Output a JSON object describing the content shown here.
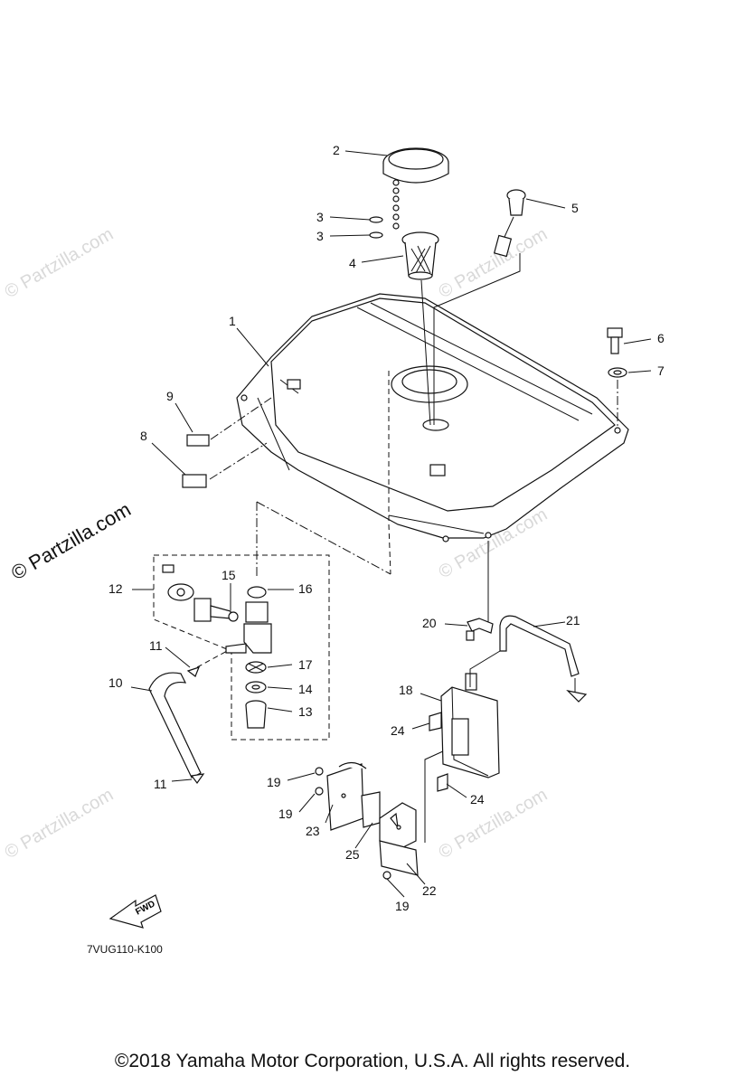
{
  "watermarks": {
    "main": "© Partzilla.com",
    "faint": "© Partzilla.com"
  },
  "callouts": {
    "c1": "1",
    "c2": "2",
    "c3a": "3",
    "c3b": "3",
    "c4": "4",
    "c5": "5",
    "c6": "6",
    "c7": "7",
    "c8": "8",
    "c9": "9",
    "c10": "10",
    "c11a": "11",
    "c11b": "11",
    "c12": "12",
    "c13": "13",
    "c14": "14",
    "c15": "15",
    "c16": "16",
    "c17": "17",
    "c18": "18",
    "c19a": "19",
    "c19b": "19",
    "c19c": "19",
    "c20": "20",
    "c21": "21",
    "c22": "22",
    "c23": "23",
    "c24a": "24",
    "c24b": "24",
    "c25": "25"
  },
  "fwd_label": "FWD",
  "diagram_code": "7VUG110-K100",
  "copyright": "©2018  Yamaha Motor Corporation, U.S.A. All rights reserved."
}
